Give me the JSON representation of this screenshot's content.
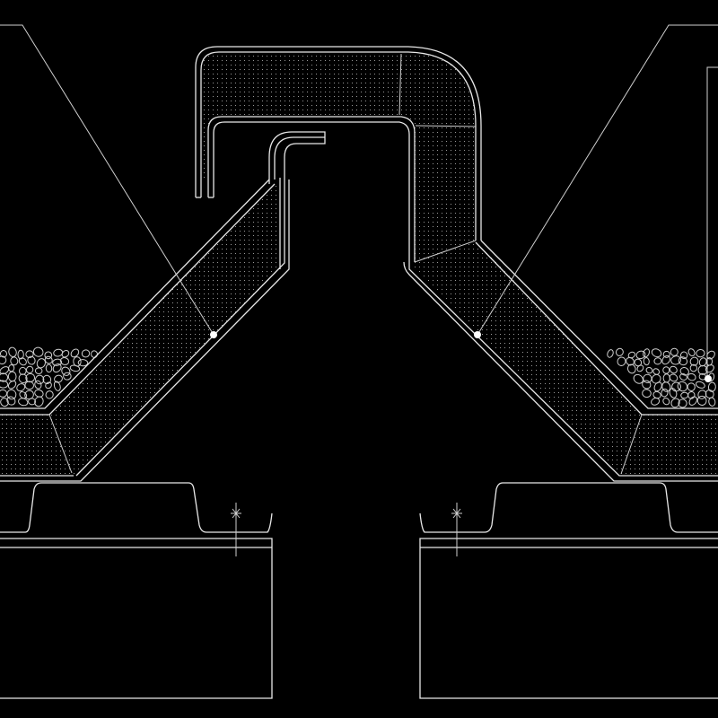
{
  "drawing": {
    "background_color": "#000000",
    "line_color": "#e8e8e8",
    "insulation_pattern": "dotted",
    "fill_material": "gravel",
    "markers": [
      "leader-dot-left",
      "leader-dot-right",
      "leader-dot-far-right"
    ]
  }
}
